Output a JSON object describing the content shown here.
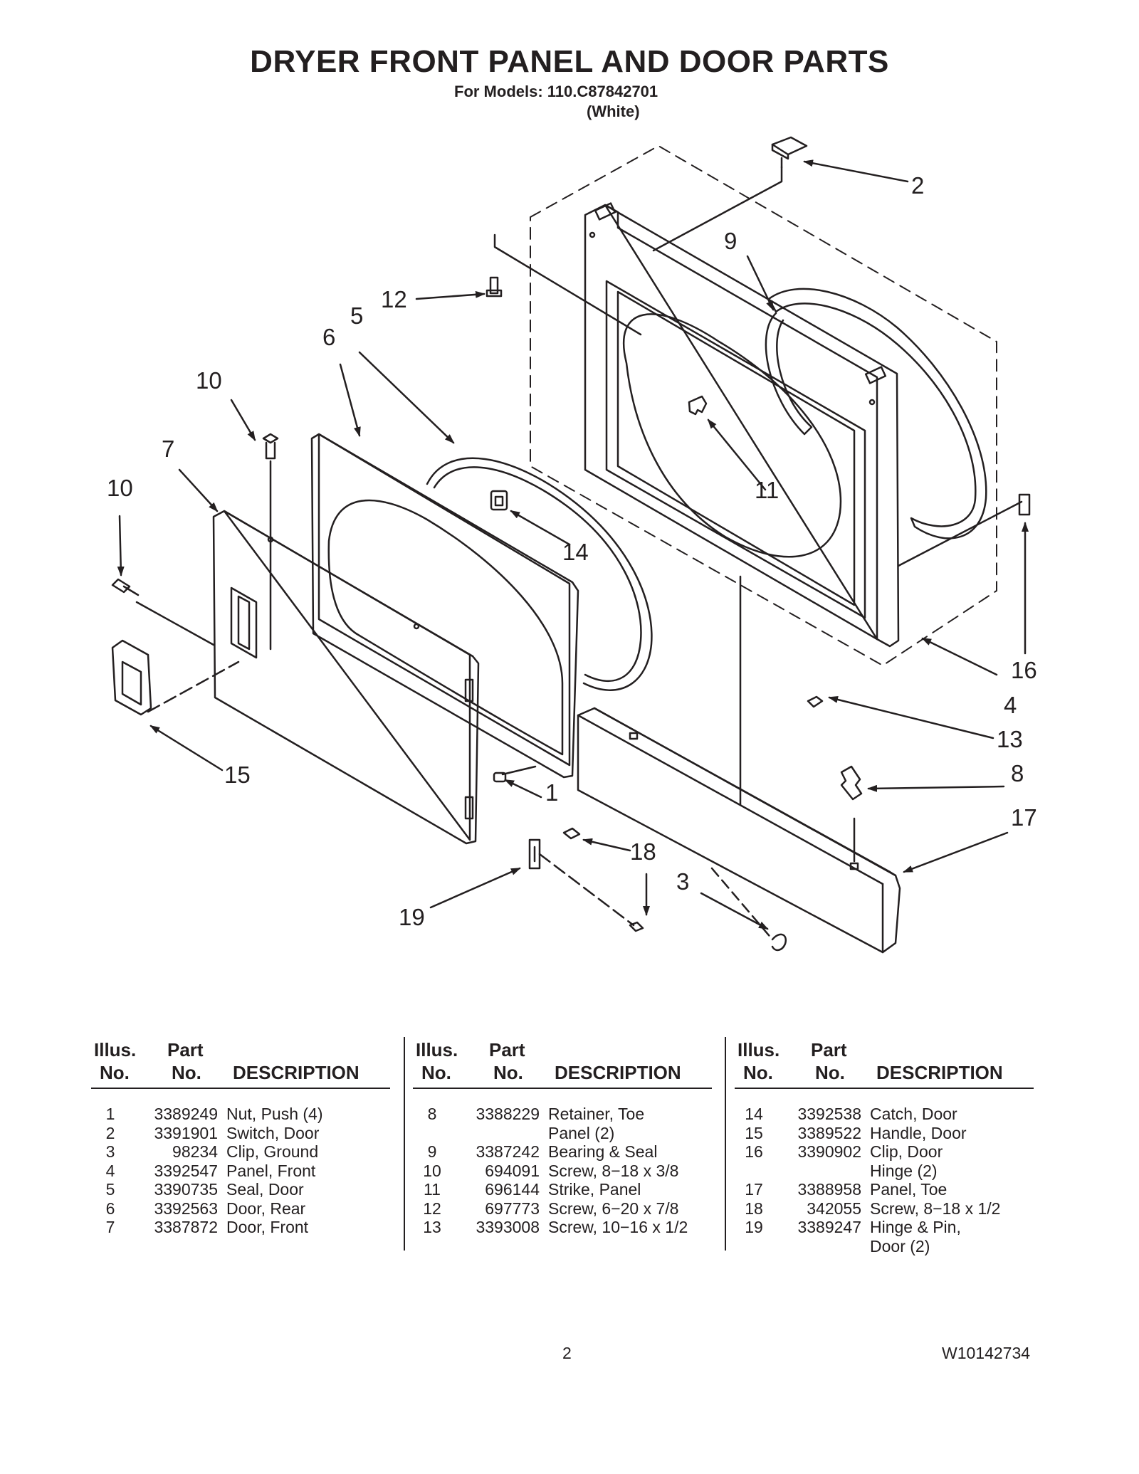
{
  "header": {
    "title": "DRYER FRONT PANEL AND DOOR PARTS",
    "models_label": "For Models: 110.C87842701",
    "color_label": "(White)"
  },
  "diagram": {
    "callouts": [
      "1",
      "2",
      "3",
      "4",
      "5",
      "6",
      "7",
      "8",
      "9",
      "10",
      "10",
      "11",
      "12",
      "13",
      "14",
      "15",
      "16",
      "17",
      "18",
      "19"
    ]
  },
  "table": {
    "headers": {
      "illus_1": "Illus.",
      "illus_2": "No.",
      "part_1": "Part",
      "part_2": "No.",
      "description": "DESCRIPTION"
    },
    "columns": [
      [
        {
          "no": "1",
          "part": "3389249",
          "desc": "Nut, Push (4)"
        },
        {
          "no": "2",
          "part": "3391901",
          "desc": "Switch, Door"
        },
        {
          "no": "3",
          "part": "98234",
          "desc": "Clip, Ground"
        },
        {
          "no": "4",
          "part": "3392547",
          "desc": "Panel, Front"
        },
        {
          "no": "5",
          "part": "3390735",
          "desc": "Seal, Door"
        },
        {
          "no": "6",
          "part": "3392563",
          "desc": "Door, Rear"
        },
        {
          "no": "7",
          "part": "3387872",
          "desc": "Door, Front"
        }
      ],
      [
        {
          "no": "8",
          "part": "3388229",
          "desc": "Retainer, Toe"
        },
        {
          "no": "",
          "part": "",
          "desc": "Panel (2)"
        },
        {
          "no": "9",
          "part": "3387242",
          "desc": "Bearing & Seal"
        },
        {
          "no": "10",
          "part": "694091",
          "desc": "Screw, 8−18 x 3/8"
        },
        {
          "no": "11",
          "part": "696144",
          "desc": "Strike, Panel"
        },
        {
          "no": "12",
          "part": "697773",
          "desc": "Screw, 6−20 x 7/8"
        },
        {
          "no": "13",
          "part": "3393008",
          "desc": "Screw, 10−16 x 1/2"
        }
      ],
      [
        {
          "no": "14",
          "part": "3392538",
          "desc": "Catch, Door"
        },
        {
          "no": "15",
          "part": "3389522",
          "desc": "Handle, Door"
        },
        {
          "no": "16",
          "part": "3390902",
          "desc": "Clip, Door"
        },
        {
          "no": "",
          "part": "",
          "desc": "Hinge (2)"
        },
        {
          "no": "17",
          "part": "3388958",
          "desc": "Panel, Toe"
        },
        {
          "no": "18",
          "part": "342055",
          "desc": "Screw, 8−18 x 1/2"
        },
        {
          "no": "19",
          "part": "3389247",
          "desc": "Hinge & Pin,"
        },
        {
          "no": "",
          "part": "",
          "desc": "Door (2)"
        }
      ]
    ]
  },
  "footer": {
    "page_number": "2",
    "doc_number": "W10142734"
  }
}
